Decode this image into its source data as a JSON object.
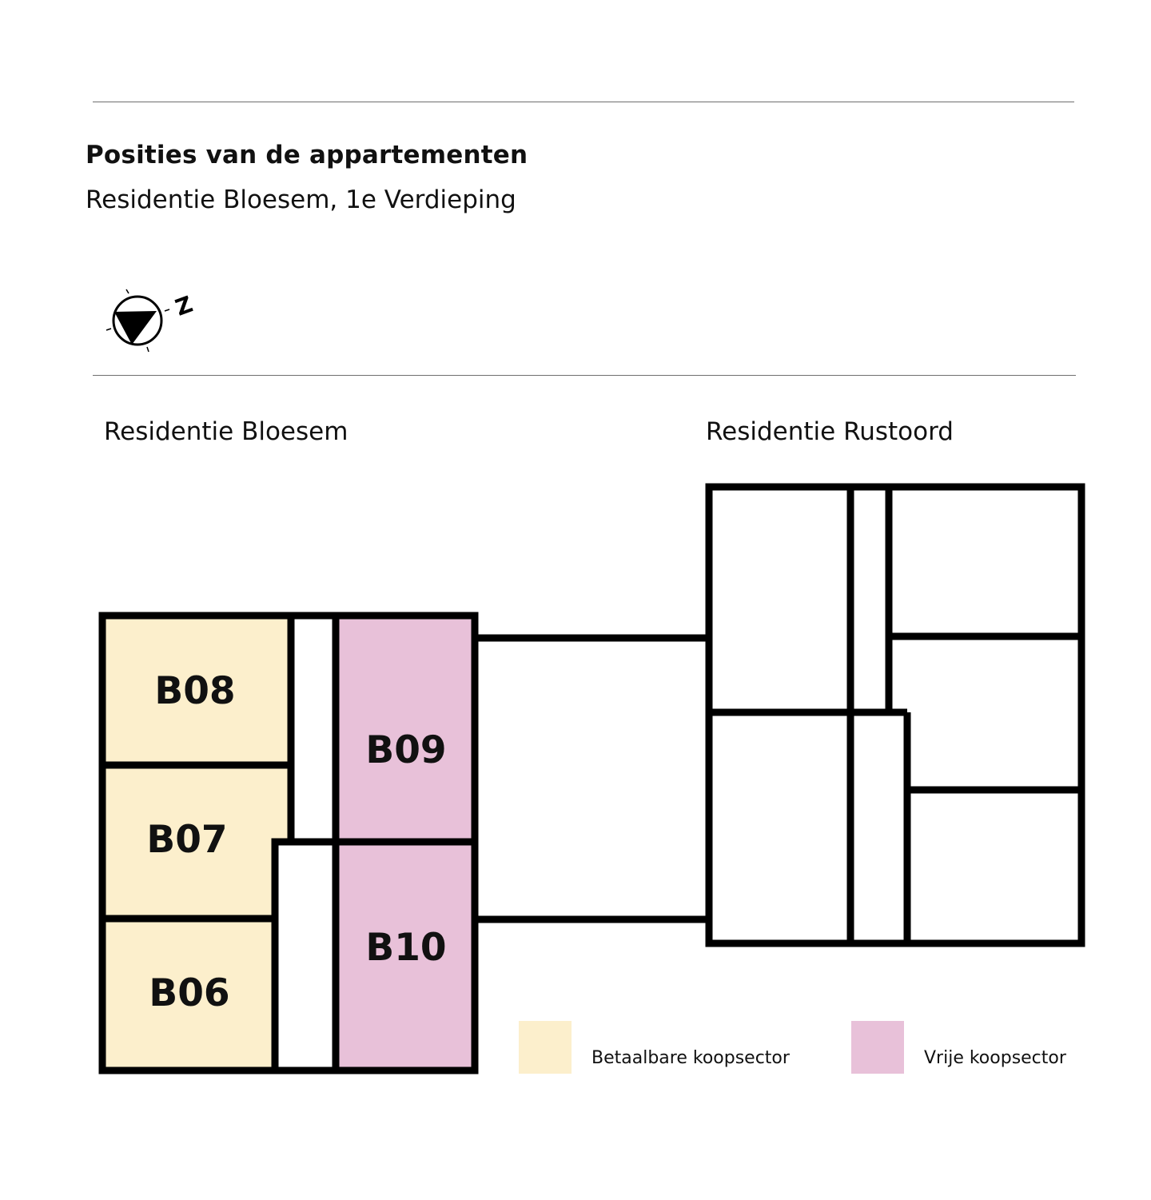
{
  "header": {
    "title": "Posities van de appartementen",
    "subtitle": "Residentie Bloesem, 1e Verdieping"
  },
  "compass": {
    "north_label": "Z",
    "icon": "compass-north-arrow-icon"
  },
  "buildings": {
    "left_name": "Residentie Bloesem",
    "right_name": "Residentie Rustoord"
  },
  "units": {
    "b08": "B08",
    "b07": "B07",
    "b06": "B06",
    "b09": "B09",
    "b10": "B10"
  },
  "legend": {
    "affordable": {
      "label": "Betaalbare koopsector",
      "color": "#fcefcc"
    },
    "free": {
      "label": "Vrije koopsector",
      "color": "#e8c1d9"
    }
  },
  "colors": {
    "wall": "#000000",
    "rule": "#6f6f6f"
  }
}
